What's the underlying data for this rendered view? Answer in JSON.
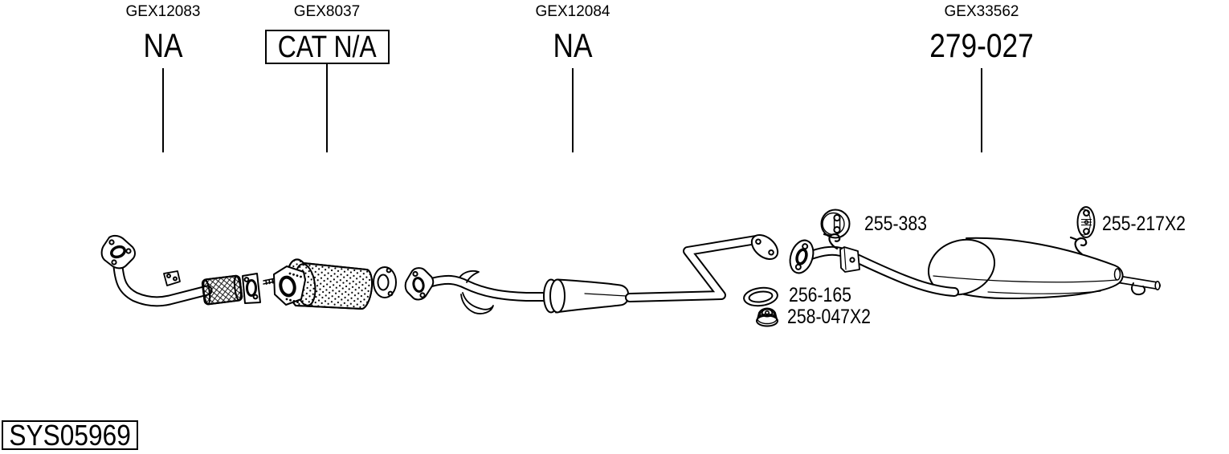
{
  "page": {
    "background": "#ffffff",
    "line_color": "#000000"
  },
  "callouts": [
    {
      "ref": "GEX12083",
      "part": "NA",
      "boxed": false
    },
    {
      "ref": "GEX8037",
      "part": "CAT N/A",
      "boxed": true
    },
    {
      "ref": "GEX12084",
      "part": "NA",
      "boxed": false
    },
    {
      "ref": "GEX33562",
      "part": "279-027",
      "boxed": false
    }
  ],
  "fitting_labels": [
    {
      "part": "255-383",
      "icon": "rubber-hanger-ring-icon"
    },
    {
      "part": "255-217X2",
      "icon": "rubber-hanger-oval-icon"
    },
    {
      "part": "256-165",
      "icon": "gasket-ring-icon"
    },
    {
      "part": "258-047X2",
      "icon": "flange-nut-icon"
    }
  ],
  "system_code": "SYS05969",
  "drawing_components": [
    "front-pipe",
    "catalytic-converter",
    "center-silencer-pipe",
    "rear-silencer"
  ]
}
